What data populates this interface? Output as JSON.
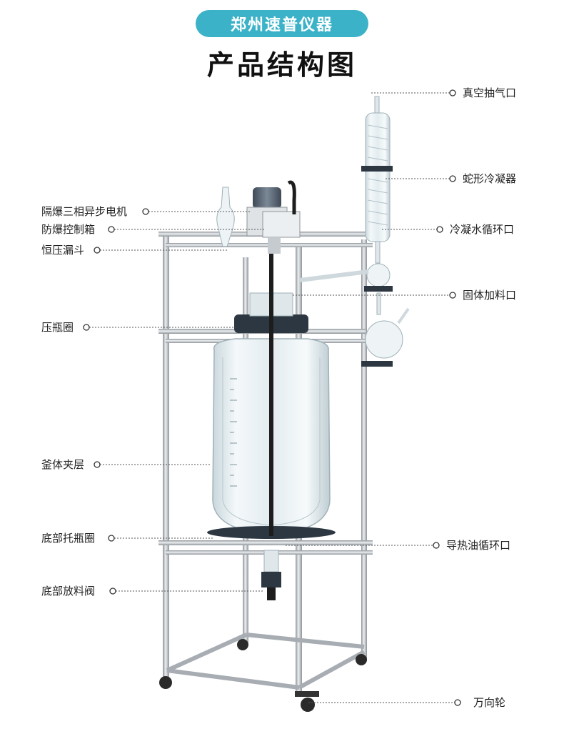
{
  "brand": "郑州速普仪器",
  "title": "产品结构图",
  "labels": {
    "vacuum_port": "真空抽气口",
    "coil_condenser": "蛇形冷凝器",
    "condensate_water_port": "冷凝水循环口",
    "solid_feed_port": "固体加料口",
    "heat_oil_port": "导热油循环口",
    "caster_wheel": "万向轮",
    "motor": "隔爆三相异步电机",
    "control_box": "防爆控制箱",
    "pressure_funnel": "恒压漏斗",
    "bottle_clamp": "压瓶圈",
    "jacket": "釜体夹层",
    "bottom_support": "底部托瓶圈",
    "bottom_valve": "底部放料阀"
  },
  "colors": {
    "brand": "#3bb2c8",
    "frame": "#b9bec4",
    "glass": "#d8e8ee",
    "leader": "#555555"
  }
}
